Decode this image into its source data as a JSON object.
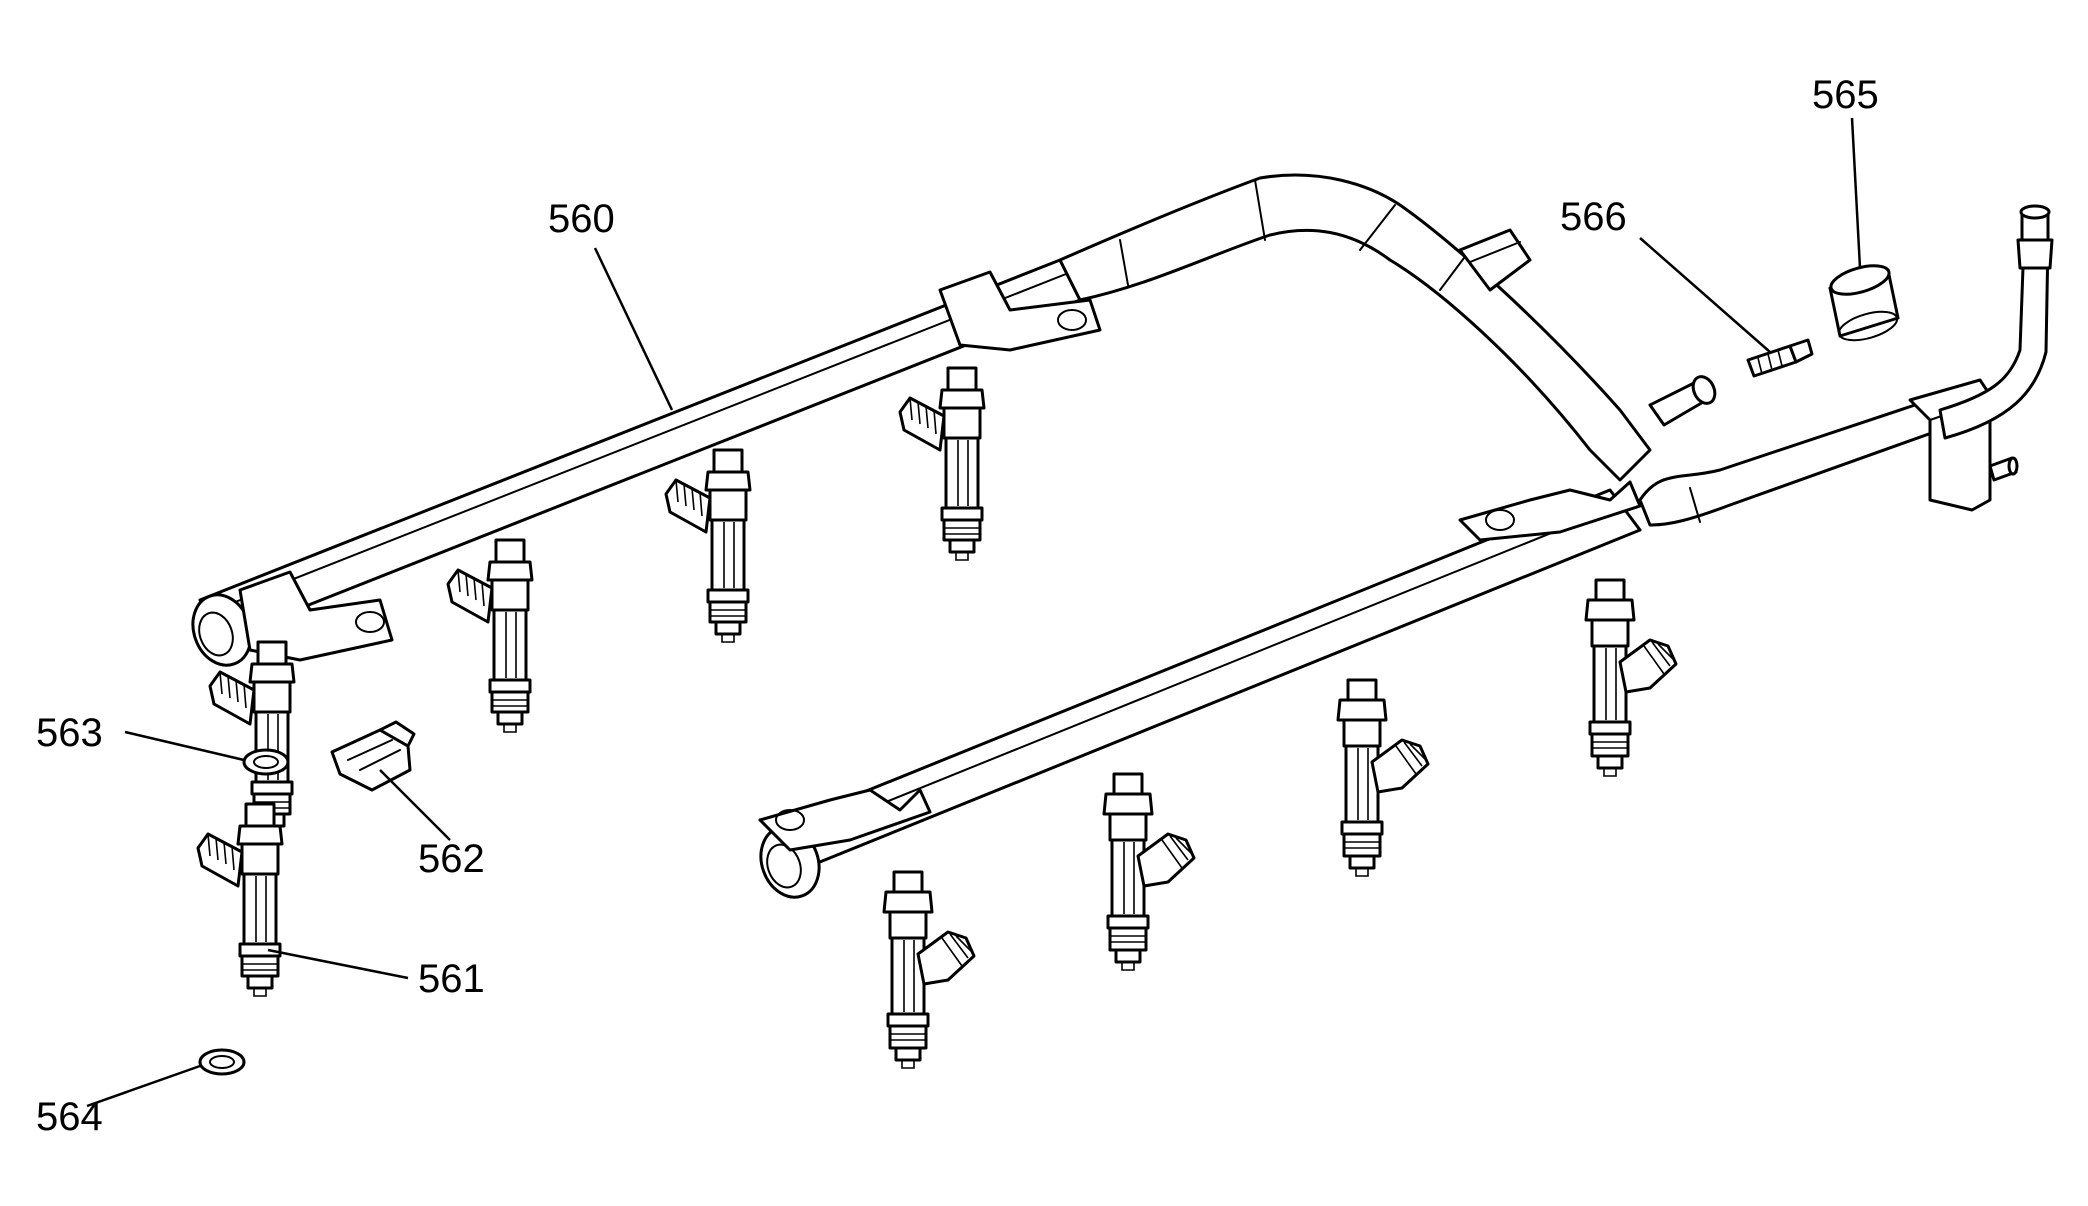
{
  "diagram": {
    "callouts": [
      {
        "id": "560",
        "label": "560",
        "part": "fuel-rail"
      },
      {
        "id": "561",
        "label": "561",
        "part": "fuel-injector"
      },
      {
        "id": "562",
        "label": "562",
        "part": "injector-retainer-clip"
      },
      {
        "id": "563",
        "label": "563",
        "part": "upper-o-ring"
      },
      {
        "id": "564",
        "label": "564",
        "part": "lower-o-ring"
      },
      {
        "id": "565",
        "label": "565",
        "part": "valve-cap"
      },
      {
        "id": "566",
        "label": "566",
        "part": "schrader-valve"
      }
    ],
    "colors": {
      "line": "#000000",
      "background": "#ffffff"
    }
  }
}
